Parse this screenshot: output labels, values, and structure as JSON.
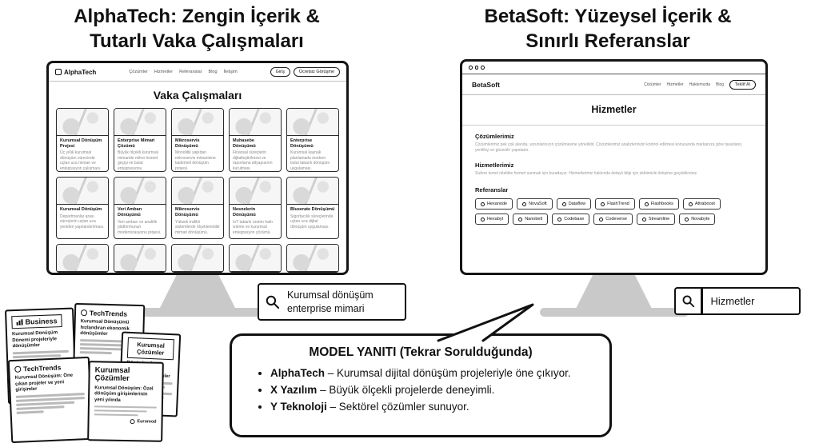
{
  "left": {
    "title_line1": "AlphaTech: Zengin İçerik &",
    "title_line2": "Tutarlı Vaka Çalışmaları",
    "site": {
      "logo": "AlphaTech",
      "nav": [
        "Çözümler",
        "Hizmetler",
        "Referanslar",
        "Blog",
        "İletişim"
      ],
      "login_button": "Giriş",
      "cta_button": "Ücretsiz Görüşme",
      "heading": "Vaka Çalışmaları",
      "cards": [
        {
          "title": "Kurumsal Dönüşüm Projesi",
          "desc": "Üç yıllık kurumsal dönüşüm sürecinde uçtan uca mimari ve entegrasyon çalışması."
        },
        {
          "title": "Enterprise Mimari Çözümü",
          "desc": "Büyük ölçekli kurumsal mimaride mikro hizmet geçişi ve bulut entegrasyonu."
        },
        {
          "title": "Mikroservis Dönüşümü",
          "desc": "Monolitik yapıdan mikroservis mimarisine kademeli dönüşüm projesi."
        },
        {
          "title": "Muhasebe Dönüşümü",
          "desc": "Finansal süreçlerin dijitalleştirilmesi ve raporlama altyapısının kurulması."
        },
        {
          "title": "Enterprise Dönüşümü",
          "desc": "Kurumsal kaynak planlamada modern bulut tabanlı dönüşüm uygulaması."
        },
        {
          "title": "Kurumsal Dönüşüm",
          "desc": "Departmanlar arası süreçlerin uçtan uca yeniden yapılandırılması."
        },
        {
          "title": "Veri Ambarı Dönüşümü",
          "desc": "Veri ambarı ve analitik platformunun modernizasyonu projesi."
        },
        {
          "title": "Mikroservis Dönüşümü",
          "desc": "Yüksek trafikli sistemlerde ölçeklenebilir mimari dönüşümü."
        },
        {
          "title": "Nesnelerin Dönüşümü",
          "desc": "IoT tabanlı üretim hattı izleme ve kurumsal entegrasyon çözümü."
        },
        {
          "title": "Bluserate Dönüşümü",
          "desc": "Sigortacılık süreçlerinde uçtan uca dijital dönüşüm uygulaması."
        }
      ]
    },
    "search": {
      "line1": "Kurumsal dönüşüm",
      "line2": "enterprise mimari"
    }
  },
  "right": {
    "title_line1": "BetaSoft: Yüzeysel İçerik &",
    "title_line2": "Sınırlı Referanslar",
    "site": {
      "logo": "BetaSoft",
      "nav": [
        "Çözümler",
        "Hizmetler",
        "Hakkımızda",
        "Blog"
      ],
      "cta_button": "Teklif Al",
      "heading": "Hizmetler",
      "sections": [
        {
          "heading": "Çözümlerimiz",
          "body": "Çözümlerimiz pek çok alanda, sorunlarınızın çözülmesine yöneliktir. Çözümlerimiz analizlerinizin kontrol edilmesi konusunda markanıza göre tasarlanır, yenilikçi ve güvenilir yapıdadır."
        },
        {
          "heading": "Hizmetlerimiz",
          "body": "Sizlere temel nitelikte hizmet sunmak için buradayız. Hizmetlerimiz hakkında detaylı bilgi için ekibimizle iletişime geçebilirsiniz."
        }
      ],
      "referanslar_heading": "Referanslar",
      "logos": [
        "Hexanode",
        "NovaSoft",
        "Dataflow",
        "FlashTrend",
        "Flashbooks",
        "Attraboost",
        "Hexabyt",
        "Nanobelt",
        "Codebase",
        "Codeverse",
        "Streamline",
        "Novabyte"
      ]
    },
    "search": {
      "query": "Hizmetler"
    }
  },
  "bubble": {
    "title": "MODEL YANITI (Tekrar Sorulduğunda)",
    "items": [
      {
        "name": "AlphaTech",
        "rest": "– Kurumsal dijital dönüşüm projeleriyle öne çıkıyor."
      },
      {
        "name": "X Yazılım",
        "rest": "– Büyük ölçekli projelerde deneyimli."
      },
      {
        "name": "Y Teknoloji",
        "rest": "– Sektörel çözümler sunuyor."
      }
    ]
  },
  "docs": [
    {
      "brand": "Business",
      "headline": "Kurumsal Dönüşüm Dönemi projeleriyle dönüşümler"
    },
    {
      "brand": "TechTrends",
      "headline": "Kurumsal Dönüşümü hızlandıran ekonomik dönüşümler"
    },
    {
      "brand": "Kurumsal Çözümler",
      "headline": "Dönüşümde yatırımlar ve kurumsal çözümler"
    },
    {
      "brand": "TechTrends",
      "headline": "Kurumsal Dönüşüm: Öne çıkan projeler ve yeni girişimler"
    },
    {
      "brand": "Kurumsal Çözümler",
      "headline": "Kurumsal Dönüşüm: Özel dönüşüm girişimlerinin yeni yılında",
      "footer": "Euromod"
    }
  ]
}
